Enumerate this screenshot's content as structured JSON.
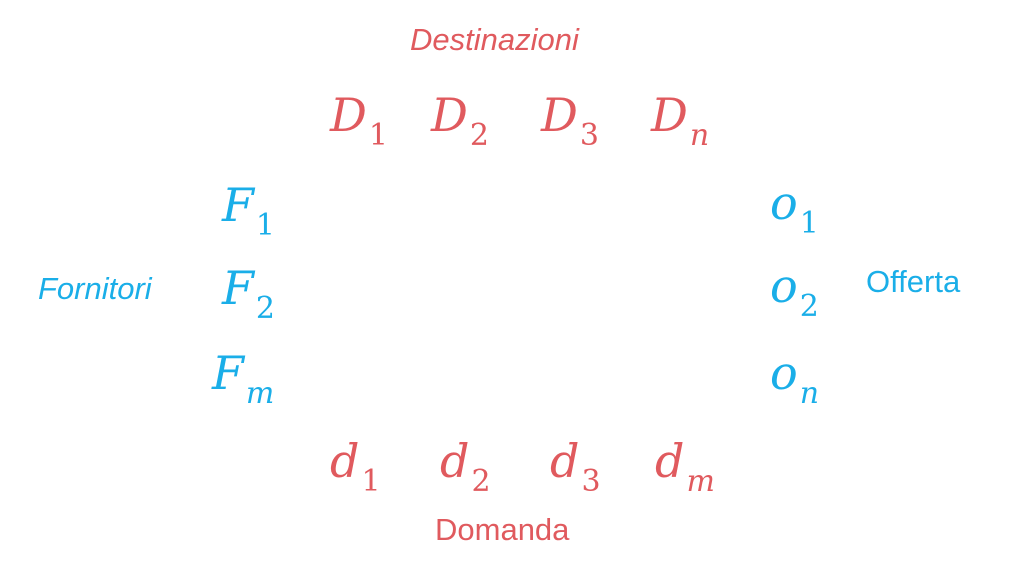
{
  "labels": {
    "top": "Destinazioni",
    "bottom": "Domanda",
    "left": "Fornitori",
    "right": "Offerta"
  },
  "destinations": [
    {
      "base": "D",
      "sub": "1"
    },
    {
      "base": "D",
      "sub": "2"
    },
    {
      "base": "D",
      "sub": "3"
    },
    {
      "base": "D",
      "sub": "n"
    }
  ],
  "suppliers": [
    {
      "base": "F",
      "sub": "1"
    },
    {
      "base": "F",
      "sub": "2"
    },
    {
      "base": "F",
      "sub": "m"
    }
  ],
  "offers": [
    {
      "base": "o",
      "sub": "1"
    },
    {
      "base": "o",
      "sub": "2"
    },
    {
      "base": "o",
      "sub": "n"
    }
  ],
  "demands": [
    {
      "base": "d",
      "sub": "1"
    },
    {
      "base": "d",
      "sub": "2"
    },
    {
      "base": "d",
      "sub": "3"
    },
    {
      "base": "d",
      "sub": "m"
    }
  ],
  "colors": {
    "destinations_demand": "#e05a5e",
    "suppliers_offer": "#1aaee8"
  }
}
